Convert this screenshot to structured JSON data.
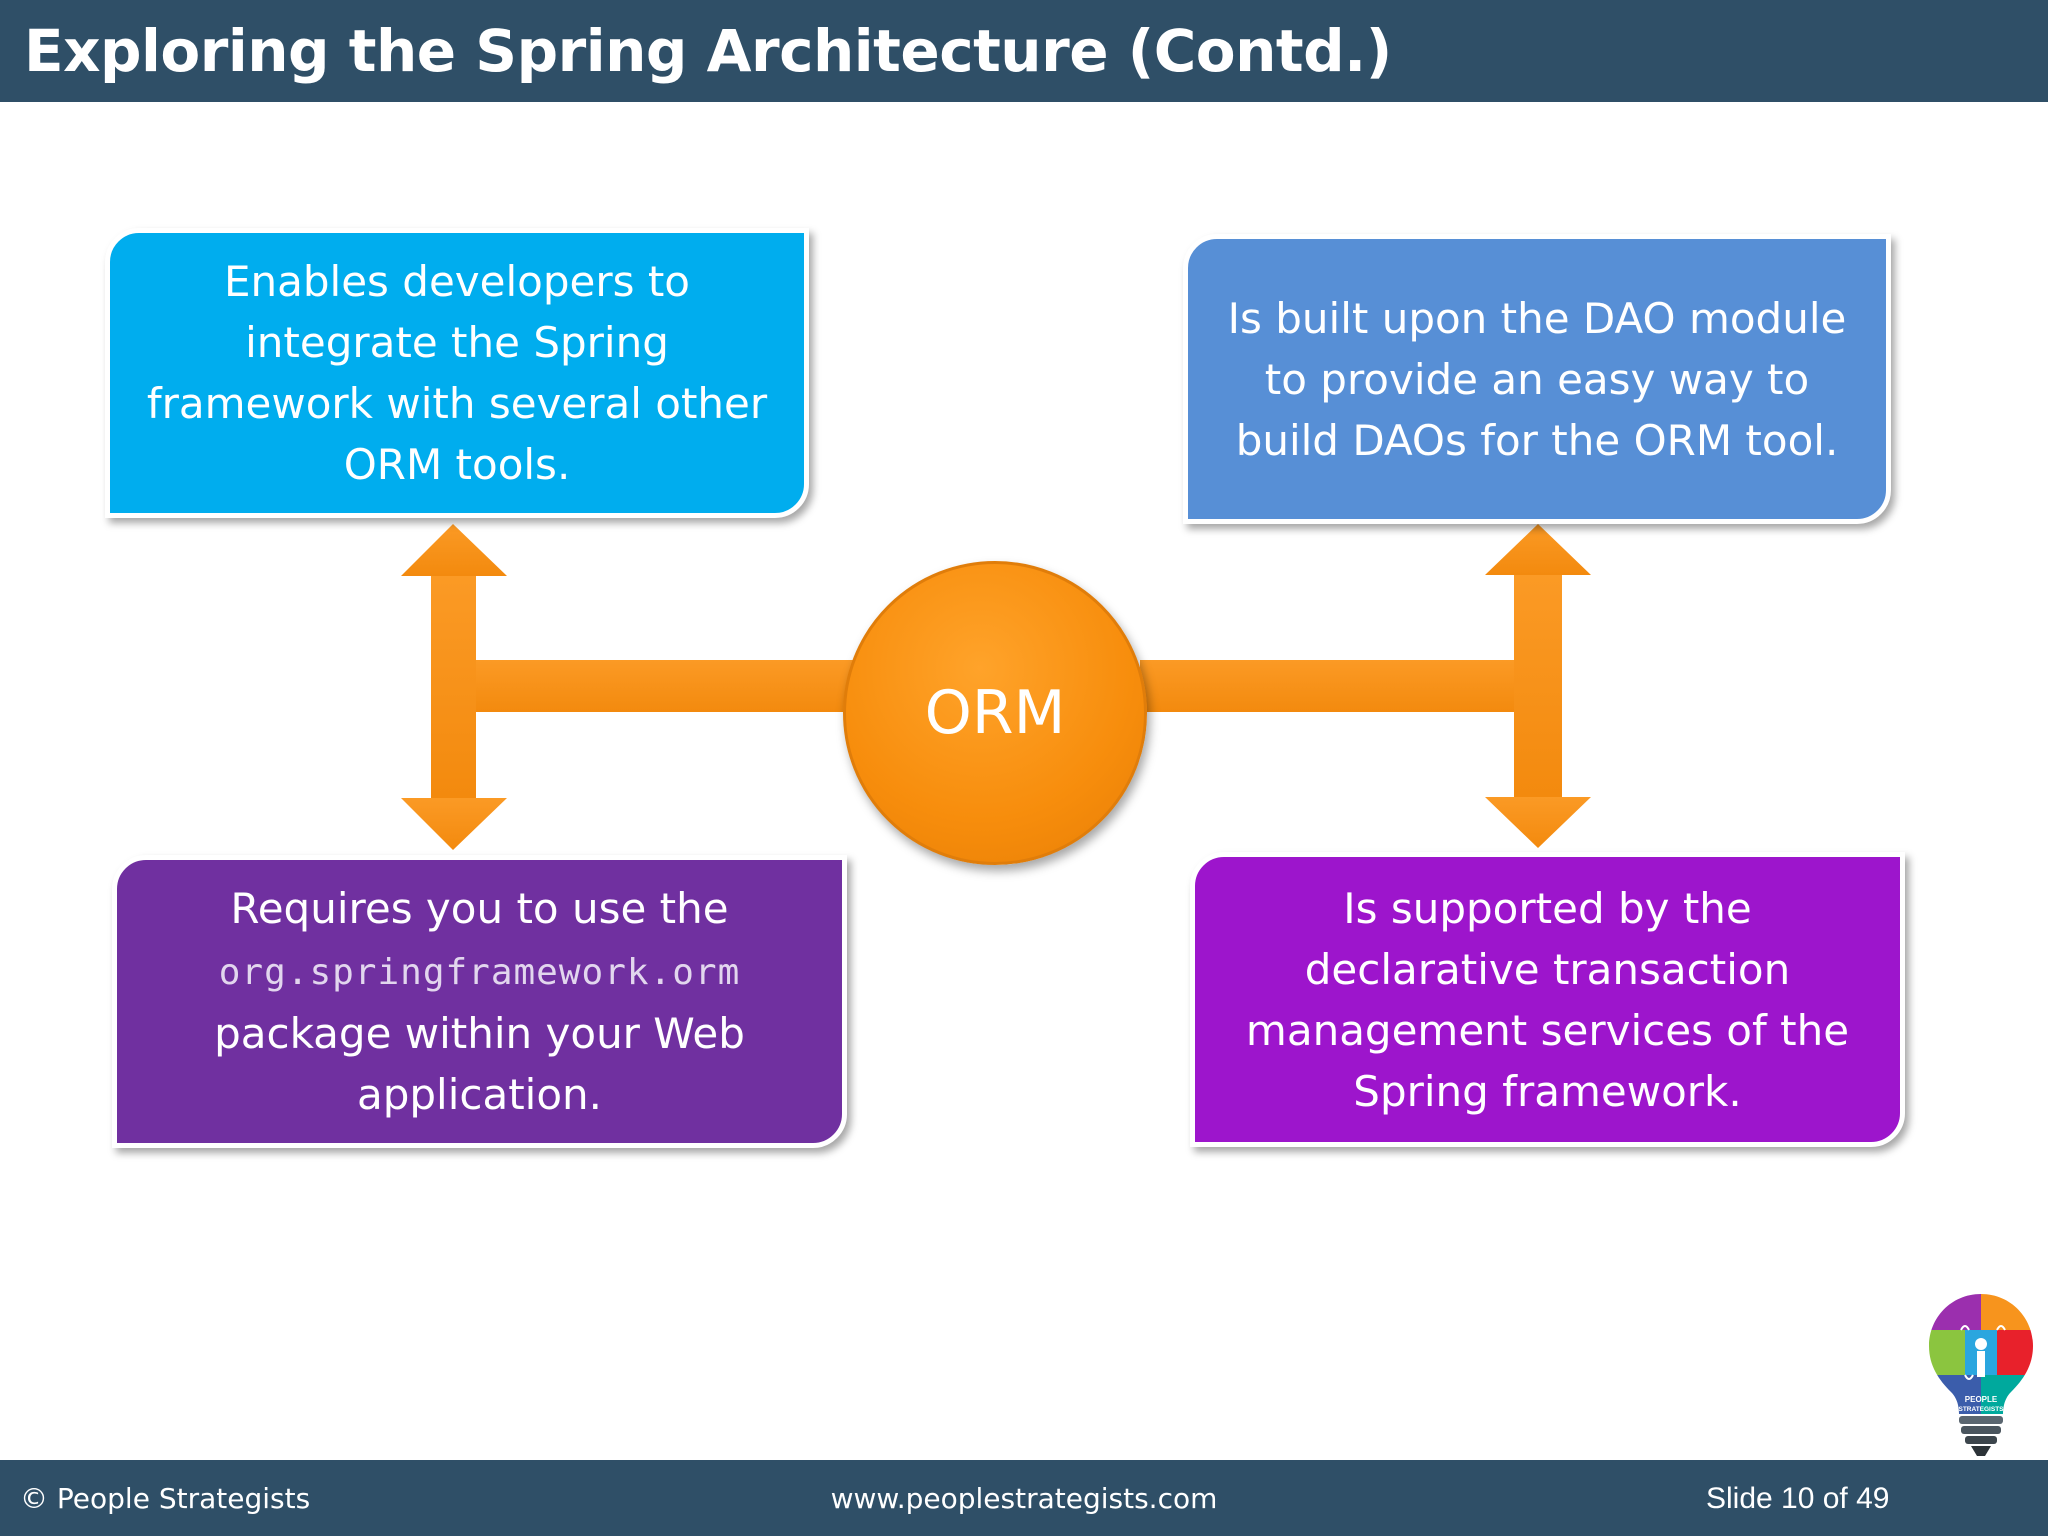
{
  "slide": {
    "title": "Exploring the Spring Architecture (Contd.)",
    "center_label": "ORM"
  },
  "boxes": {
    "top_left": "Enables developers to integrate the Spring framework with several other ORM tools.",
    "top_right": "Is built upon the DAO module to provide an easy way to build DAOs for the ORM tool.",
    "bottom_left_prefix": "Requires you to use the",
    "bottom_left_code": "org.springframework.orm",
    "bottom_left_suffix": "package within your Web application.",
    "bottom_right": "Is supported by the declarative transaction management services of the Spring framework."
  },
  "footer": {
    "copyright": "© People Strategists",
    "url": "www.peoplestrategists.com",
    "slide_number": "Slide 10 of 49"
  },
  "logo": {
    "text_line1": "PEOPLE",
    "text_line2": "STRATEGISTS",
    "icon": "lightbulb-puzzle-icon"
  },
  "colors": {
    "header": "#2f4f67",
    "box_top_left": "#00adee",
    "box_top_right": "#578fd6",
    "box_bottom_left": "#7030a0",
    "box_bottom_right": "#9d15cc",
    "connector": "#f7941d"
  }
}
